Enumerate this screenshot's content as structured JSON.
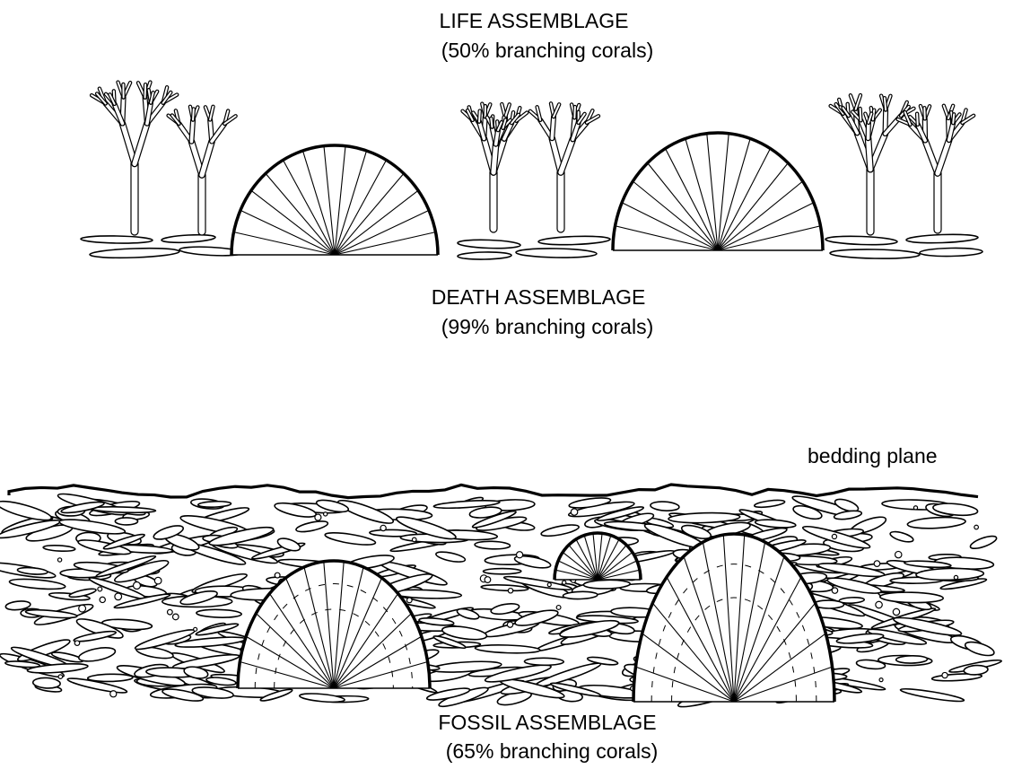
{
  "life": {
    "title": "LIFE ASSEMBLAGE",
    "subtitle": "(50% branching corals)"
  },
  "death": {
    "title": "DEATH  ASSEMBLAGE",
    "subtitle": "(99% branching corals)"
  },
  "fossil": {
    "title": "FOSSIL  ASSEMBLAGE",
    "subtitle": "(65% branching corals)"
  },
  "bedding_label": "bedding plane",
  "colors": {
    "ink": "#000000",
    "paper": "#ffffff"
  }
}
